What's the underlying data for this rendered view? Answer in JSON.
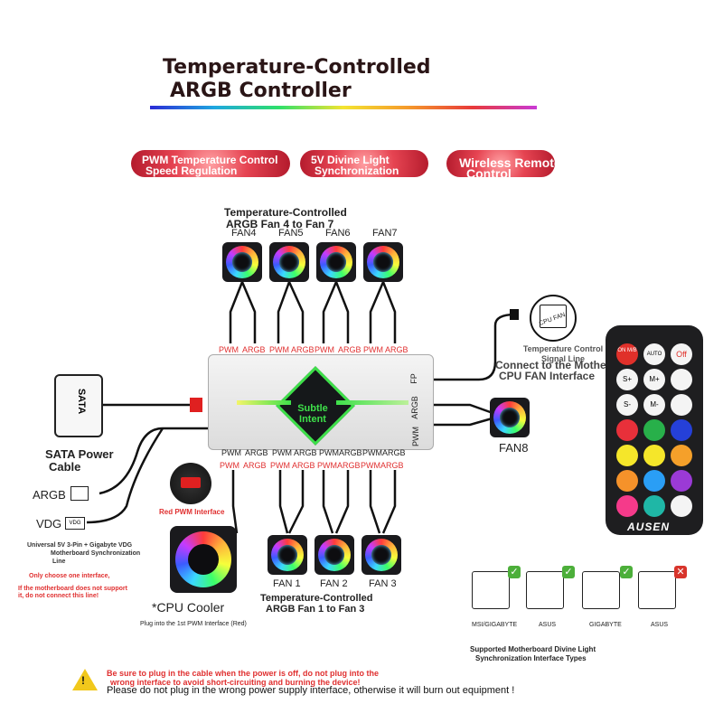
{
  "title": {
    "line1": "Temperature-Controlled",
    "line2": "ARGB Controller"
  },
  "features": [
    {
      "line1": "PWM Temperature Control",
      "line2": "Speed Regulation"
    },
    {
      "line1": "5V Divine Light",
      "line2": "Synchronization"
    },
    {
      "line1": "Wireless Remote",
      "line2": "Control"
    }
  ],
  "top_group": {
    "line1": "Temperature-Controlled",
    "line2": "ARGB Fan 4 to Fan 7",
    "fans": [
      "FAN4",
      "FAN5",
      "FAN6",
      "FAN7"
    ]
  },
  "bottom_group": {
    "line1": "Temperature-Controlled",
    "line2": "ARGB Fan 1 to Fan 3",
    "fans": [
      "FAN 1",
      "FAN 2",
      "FAN 3"
    ]
  },
  "controller": {
    "top_ports": [
      "PWM",
      "ARGB",
      "PWM",
      "ARGB",
      "PWM",
      "ARGB",
      "PWM",
      "ARGB"
    ],
    "bottom_ports": [
      "PWM",
      "ARGB",
      "PWM",
      "ARGB",
      "PWM",
      "ARGB",
      "PWM",
      "ARGB"
    ],
    "center_line1": "Subtle",
    "center_line2": "Intent",
    "right_ports": [
      "FP",
      "ARGB",
      "PWM"
    ]
  },
  "fan8": "FAN8",
  "cpu_fan": {
    "line1": "Temperature Control",
    "line2": "Signal Line",
    "line3": "Connect to the Motherboard",
    "line4": "CPU FAN Interface",
    "connector": "CPU FAN"
  },
  "sata": {
    "line1": "SATA Power",
    "line2": "Cable",
    "connector": "SATA"
  },
  "argb_label": "ARGB",
  "vdg_label": "VDG",
  "sync": {
    "line1": "Universal 5V 3-Pin + Gigabyte VDG",
    "line2": "Motherboard Synchronization",
    "line3": "Line"
  },
  "only_one": "Only choose one interface,",
  "not_support": {
    "line1": "If the motherboard does not support",
    "line2": "it, do not connect this line!"
  },
  "red_pwm": "Red PWM Interface",
  "cpu_cooler": "*CPU Cooler",
  "plug_first": "Plug into the 1st PWM Interface (Red)",
  "remote": {
    "brand": "AUSEN",
    "on": "ON M/B",
    "auto": "AUTO",
    "off": "Off",
    "s_plus": "S+",
    "m_plus": "M+",
    "s_minus": "S-",
    "m_minus": "M-"
  },
  "supported": {
    "line1": "Supported Motherboard Divine Light",
    "line2": "Synchronization Interface Types",
    "brands": [
      "MSI/GIGABYTE",
      "ASUS",
      "GIGABYTE",
      "ASUS"
    ]
  },
  "warning": {
    "line1": "Be sure to plug in the cable when the power is off, do not plug into the",
    "line2": "wrong interface to avoid short-circuiting and burning the device!",
    "line3": "Please do not plug in the wrong power supply interface, otherwise it will burn out equipment !"
  },
  "colors": {
    "accent_red": "#e03030",
    "green_frame": "#3ee04a",
    "pill": "#e64452"
  }
}
